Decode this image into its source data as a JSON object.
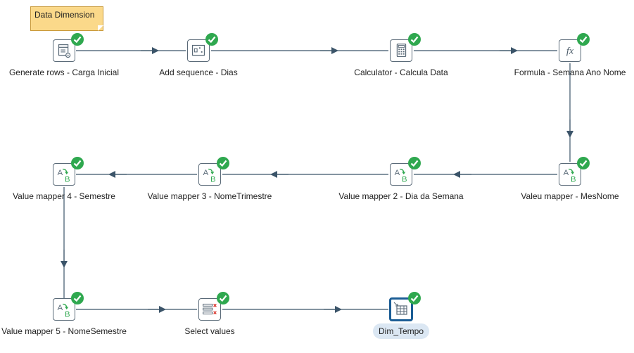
{
  "note": {
    "text": "Data Dimension"
  },
  "steps": [
    {
      "label": "Generate rows - Carga Inicial",
      "icon": "generate-rows-icon"
    },
    {
      "label": "Add sequence - Dias",
      "icon": "add-sequence-icon"
    },
    {
      "label": "Calculator - Calcula Data",
      "icon": "calculator-icon"
    },
    {
      "label": "Formula - Semana Ano Nome",
      "icon": "formula-icon"
    },
    {
      "label": "Valeu mapper - MesNome",
      "icon": "value-mapper-icon"
    },
    {
      "label": "Value mapper 2 - Dia da Semana",
      "icon": "value-mapper-icon"
    },
    {
      "label": "Value mapper 3 - NomeTrimestre",
      "icon": "value-mapper-icon"
    },
    {
      "label": "Value mapper 4 - Semestre",
      "icon": "value-mapper-icon"
    },
    {
      "label": "Value mapper 5 - NomeSemestre",
      "icon": "value-mapper-icon"
    },
    {
      "label": "Select values",
      "icon": "select-values-icon"
    },
    {
      "label": "Dim_Tempo",
      "icon": "table-output-icon"
    }
  ],
  "colors": {
    "hop": "#3b5469",
    "check": "#2fa84f",
    "accent": "#1b5d95",
    "note": "#fbd98a"
  }
}
